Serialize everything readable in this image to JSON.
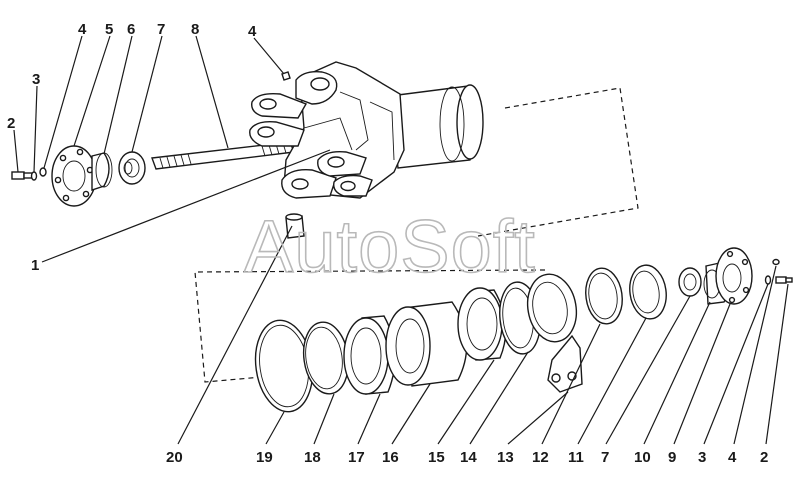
{
  "watermark": "AutoSoft",
  "callouts_top": [
    {
      "id": "c2a",
      "text": "2"
    },
    {
      "id": "c3a",
      "text": "3"
    },
    {
      "id": "c4a",
      "text": "4"
    },
    {
      "id": "c5",
      "text": "5"
    },
    {
      "id": "c6",
      "text": "6"
    },
    {
      "id": "c7a",
      "text": "7"
    },
    {
      "id": "c8",
      "text": "8"
    },
    {
      "id": "c4b",
      "text": "4"
    },
    {
      "id": "c1",
      "text": "1"
    }
  ],
  "callouts_bottom": [
    {
      "id": "c20",
      "text": "20"
    },
    {
      "id": "c19",
      "text": "19"
    },
    {
      "id": "c18",
      "text": "18"
    },
    {
      "id": "c17",
      "text": "17"
    },
    {
      "id": "c16",
      "text": "16"
    },
    {
      "id": "c15",
      "text": "15"
    },
    {
      "id": "c14",
      "text": "14"
    },
    {
      "id": "c13",
      "text": "13"
    },
    {
      "id": "c12",
      "text": "12"
    },
    {
      "id": "c11",
      "text": "11"
    },
    {
      "id": "c7b",
      "text": "7"
    },
    {
      "id": "c10",
      "text": "10"
    },
    {
      "id": "c9",
      "text": "9"
    },
    {
      "id": "c3b",
      "text": "3"
    },
    {
      "id": "c4c",
      "text": "4"
    },
    {
      "id": "c2b",
      "text": "2"
    }
  ]
}
